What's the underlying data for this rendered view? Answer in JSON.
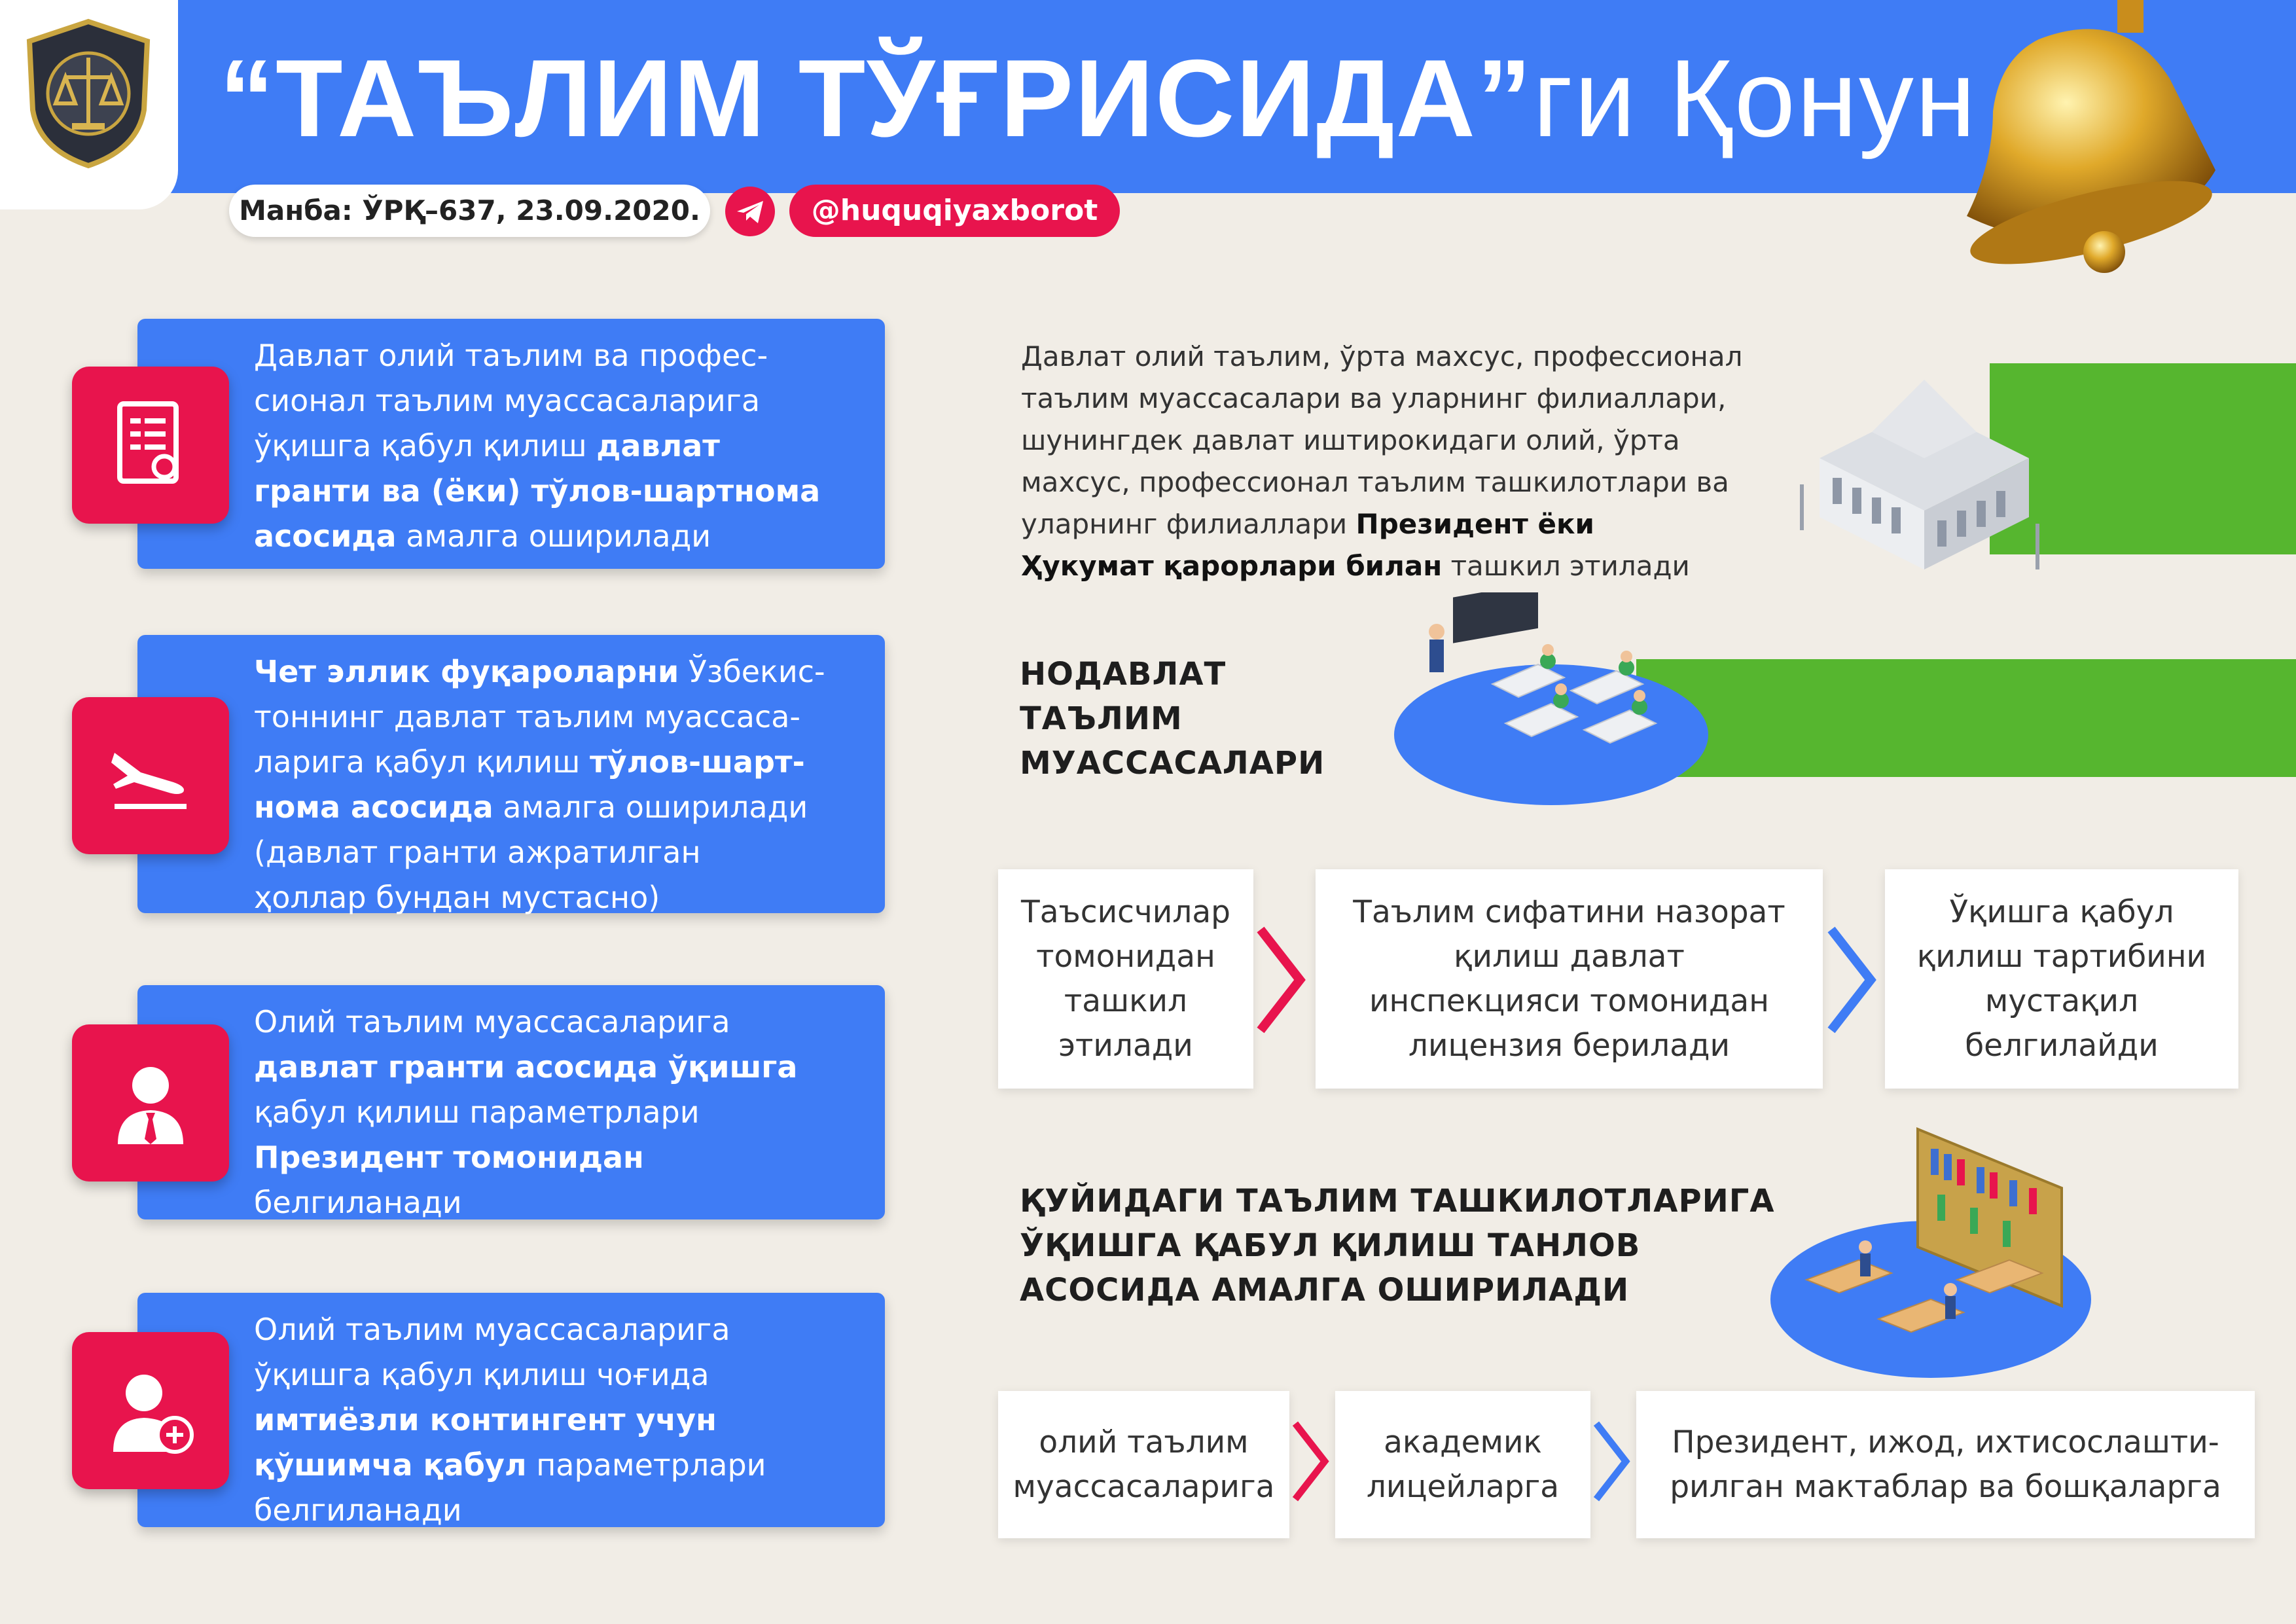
{
  "header": {
    "title_bold": "“ТАЪЛИМ ТЎҒРИСИДА”",
    "title_light": "ги Қонун",
    "source": "Манба: ЎРҚ–637, 23.09.2020.",
    "handle": "@huquqiyaxborot",
    "logo_icon": "ministry-emblem",
    "decor_icon": "bell-icon"
  },
  "cards": [
    {
      "icon": "document-certificate-icon",
      "parts": [
        "Давлат олий таълим ва профес-",
        "сионал таълим муассасаларига",
        "ўқишга қабул қилиш ",
        "давлат",
        "гранти ва (ёки) тўлов-шартнома",
        "асосида",
        " амалга оширилади"
      ]
    },
    {
      "icon": "airplane-landing-icon",
      "parts": [
        "Чет эллик фуқароларни",
        " Ўзбекис-",
        "тоннинг давлат таълим муассаса-",
        "ларига қабул қилиш ",
        "тўлов-шарт-",
        "нома асосида",
        " амалга оширилади",
        "(давлат гранти ажратилган",
        "ҳоллар бундан мустасно)"
      ]
    },
    {
      "icon": "person-suit-icon",
      "parts": [
        "Олий таълим муассасаларига",
        "давлат гранти асосида ўқишга",
        "қабул қилиш параметрлари",
        "Президент томонидан",
        "белгиланади"
      ]
    },
    {
      "icon": "person-add-icon",
      "parts": [
        "Олий таълим муассасаларига",
        "ўқишга қабул қилиш чоғида",
        "имтиёзли контингент учун",
        "қўшимча қабул",
        " параметрлари",
        "белгиланади"
      ]
    }
  ],
  "right": {
    "para_lines": [
      "Давлат олий таълим, ўрта махсус, профессионал",
      "таълим муассасалари ва уларнинг филиаллари,",
      "шунингдек давлат иштирокидаги олий, ўрта",
      "махсус, профессионал таълим ташкилотлари ва",
      "уларнинг филиаллари "
    ],
    "para_bold1": "Президент ёки",
    "para_bold2": "Ҳукумат қарорлари билан",
    "para_end": " ташкил этилади",
    "building_icon": "university-building-icon",
    "heading1": [
      "НОДАВЛАТ",
      "ТАЪЛИМ",
      "МУАССАСАЛАРИ"
    ],
    "classroom_icon": "classroom-illustration",
    "steps1": [
      [
        "Таъсисчилар",
        "томонидан",
        "ташкил",
        "этилади"
      ],
      [
        "Таълим сифатини назорат",
        "қилиш давлат",
        "инспекцияси томонидан",
        "лицензия берилади"
      ],
      [
        "Ўқишга қабул",
        "қилиш тартибини",
        "мустақил",
        "белгилайди"
      ]
    ],
    "heading2": [
      "ҚУЙИДАГИ ТАЪЛИМ ТАШКИЛОТЛАРИГА",
      "ЎҚИШГА ҚАБУЛ ҚИЛИШ ТАНЛОВ",
      "АСОСИДА АМАЛГА ОШИРИЛАДИ"
    ],
    "library_icon": "library-illustration",
    "steps2": [
      [
        "олий таълим",
        "муассасаларига"
      ],
      [
        "академик",
        "лицейларга"
      ],
      [
        "Президент, ижод, ихтисослашти-",
        "рилган мактаблар ва бошқаларга"
      ]
    ]
  },
  "colors": {
    "blue": "#3f7cf5",
    "red": "#e8144d",
    "green": "#56b62f",
    "bg": "#f1ede6"
  }
}
